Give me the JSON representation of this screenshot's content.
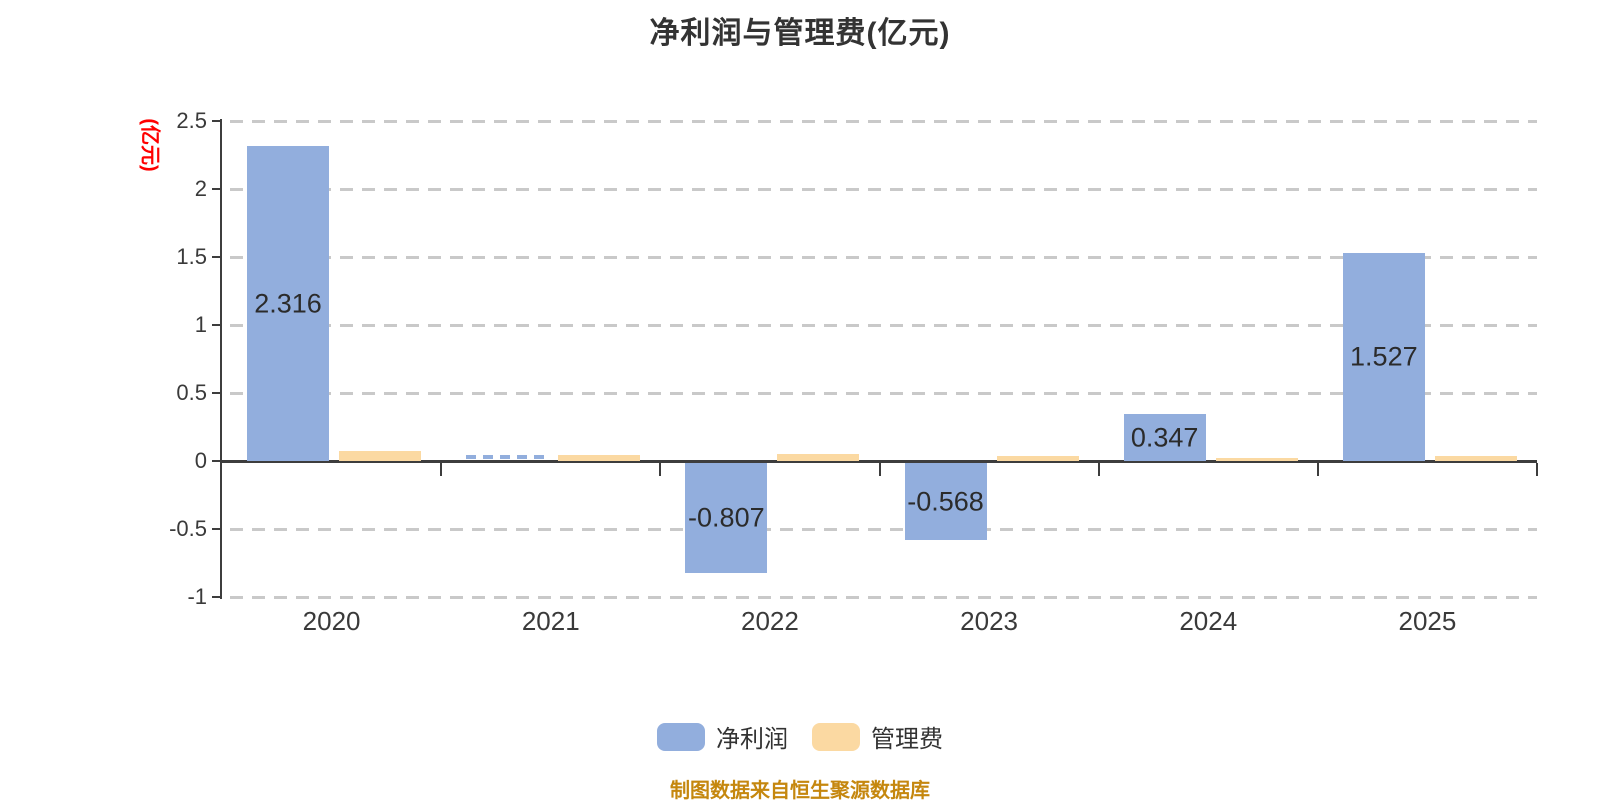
{
  "title": "净利润与管理费(亿元)",
  "y_axis": {
    "unit_label": "(亿元)",
    "unit_label_color": "#ff0000",
    "tick_labels": [
      "2.5",
      "2",
      "1.5",
      "1",
      "0.5",
      "0",
      "-0.5",
      "-1"
    ],
    "max": 2.5,
    "min": -1,
    "step": 0.5
  },
  "x_axis": {
    "tick_labels": [
      "2020",
      "2021",
      "2022",
      "2023",
      "2024",
      "2025"
    ]
  },
  "colors": {
    "net_profit_bar": "#92aedd",
    "mgmt_fee_bar": "#fbd9a2",
    "gridline": "#c9c9c9",
    "axis": "#3d3d3d",
    "text": "#333333",
    "bar_label_text": "#2b2b2b",
    "source_text": "#c5870e"
  },
  "chart_data": {
    "type": "bar",
    "categories": [
      "2020",
      "2021",
      "2022",
      "2023",
      "2024",
      "2025"
    ],
    "series": [
      {
        "name": "净利润",
        "color": "#92aedd",
        "values": [
          2.316,
          0.013,
          -0.807,
          -0.568,
          0.347,
          1.527
        ],
        "data_labels": [
          "2.316",
          "",
          "-0.807",
          "-0.568",
          "0.347",
          "1.527"
        ],
        "bar_styles": [
          "solid",
          "dashed",
          "solid",
          "solid",
          "solid",
          "solid"
        ]
      },
      {
        "name": "管理费",
        "color": "#fbd9a2",
        "values": [
          0.07,
          0.045,
          0.05,
          0.04,
          0.02,
          0.035
        ],
        "data_labels": [
          "",
          "",
          "",
          "",
          "",
          ""
        ],
        "bar_styles": [
          "solid",
          "solid",
          "solid",
          "solid",
          "solid",
          "solid"
        ]
      }
    ],
    "title": "净利润与管理费(亿元)",
    "ylabel": "(亿元)",
    "ylim": [
      -1,
      2.5
    ],
    "y_step": 0.5,
    "grid": "horizontal dashed",
    "legend_position": "bottom-center"
  },
  "legend": {
    "items": [
      {
        "label": "净利润",
        "color": "#92aedd"
      },
      {
        "label": "管理费",
        "color": "#fbd9a2"
      }
    ]
  },
  "source_note": "制图数据来自恒生聚源数据库"
}
